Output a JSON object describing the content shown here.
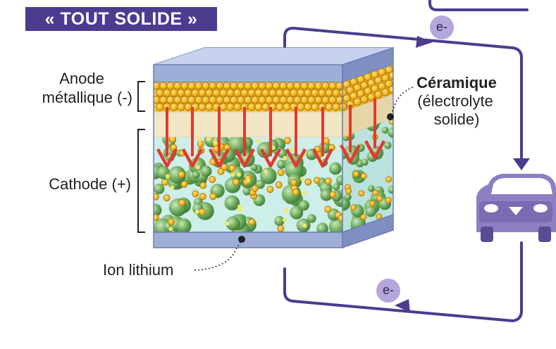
{
  "title": "« TOUT SOLIDE »",
  "labels": {
    "anode_line1": "Anode",
    "anode_line2": "métallique (-)",
    "cathode": "Cathode (+)",
    "ion": "Ion lithium",
    "ceramic_title": "Céramique",
    "ceramic_line2": "(électrolyte",
    "ceramic_line3": "solide)"
  },
  "electrons": {
    "top": "e-",
    "bottom": "e-"
  },
  "icons": [
    "car-icon",
    "down-arrow-icon",
    "electron-flow-arrow-icon"
  ],
  "colors": {
    "title_bg": "#4d3b8f",
    "circuit": "#4d3b8f",
    "electron_badge": "#b6a6dc",
    "car": "#8d7fc2",
    "plate_top": "#b9c6e6",
    "plate_front": "#8f9fcb",
    "anode_particles": "#f2b21a",
    "ceramic_layer": "#f3e6c4",
    "cathode_bg": "#cdeee9",
    "cathode_spheres": "#69a85a",
    "ion_arrows": "#e23a2e"
  }
}
